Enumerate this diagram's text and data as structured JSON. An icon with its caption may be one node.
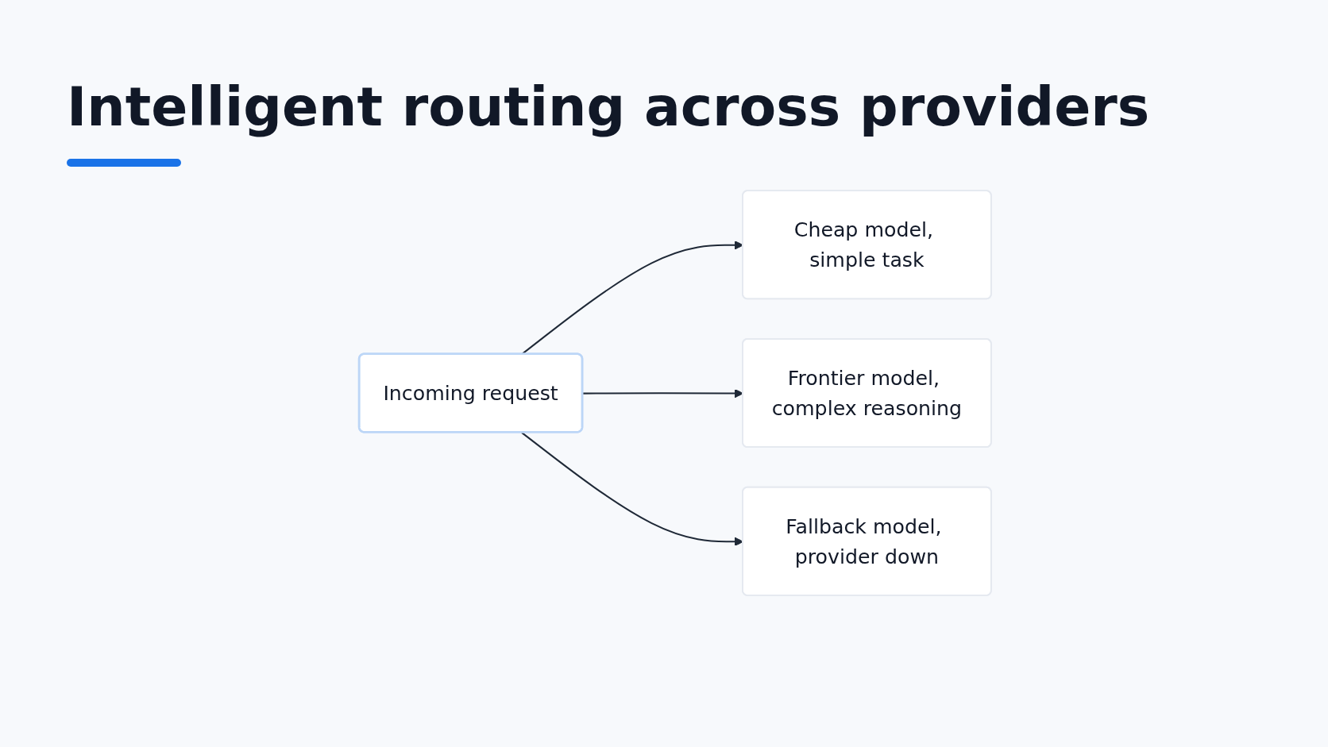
{
  "diagram": {
    "title": "Intelligent routing across providers",
    "nodes": [
      {
        "text": [
          "Incoming request"
        ]
      },
      {
        "text": [
          "Cheap model, simple task"
        ]
      },
      {
        "text": [
          "Frontier model, complex reasoning"
        ]
      },
      {
        "text": [
          "Fallback model, provider down"
        ]
      }
    ],
    "edges": [
      {
        "from": 0,
        "to": 1,
        "arrow": "to"
      },
      {
        "from": 0,
        "to": 2,
        "arrow": "to"
      },
      {
        "from": 0,
        "to": 3,
        "arrow": "to"
      }
    ]
  }
}
